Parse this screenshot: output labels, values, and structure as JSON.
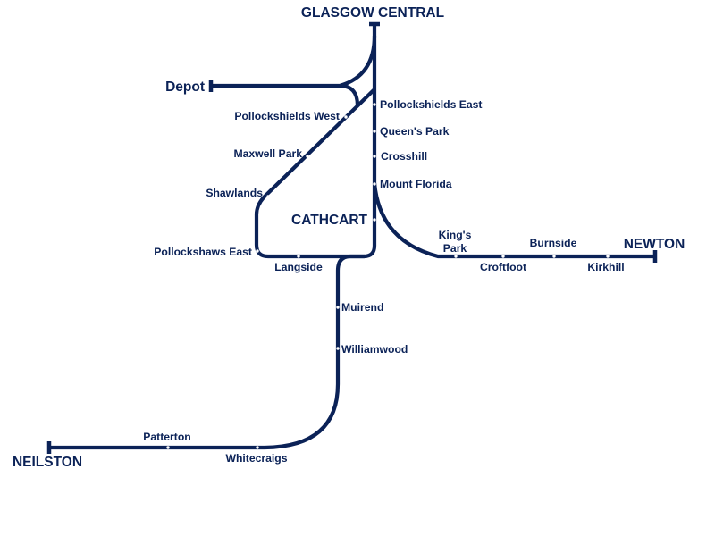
{
  "colors": {
    "line": "#0b2257",
    "station_dot": "#ffffff",
    "background": "#ffffff"
  },
  "termini": {
    "glasgow_central": "GLASGOW CENTRAL",
    "depot": "Depot",
    "newton": "NEWTON",
    "neilston": "NEILSTON"
  },
  "junctions": {
    "cathcart": "CATHCART"
  },
  "stations": {
    "pollokshields_east": "Pollockshields East",
    "queens_park": "Queen's Park",
    "crosshill": "Crosshill",
    "mount_florida": "Mount Florida",
    "pollokshields_west": "Pollockshields West",
    "maxwell_park": "Maxwell Park",
    "shawlands": "Shawlands",
    "pollokshaws_east": "Pollockshaws East",
    "langside": "Langside",
    "kings_park_line1": "King's",
    "kings_park_line2": "Park",
    "croftfoot": "Croftfoot",
    "burnside": "Burnside",
    "kirkhill": "Kirkhill",
    "muirend": "Muirend",
    "williamwood": "Williamwood",
    "whitecraigs": "Whitecraigs",
    "patterton": "Patterton"
  }
}
